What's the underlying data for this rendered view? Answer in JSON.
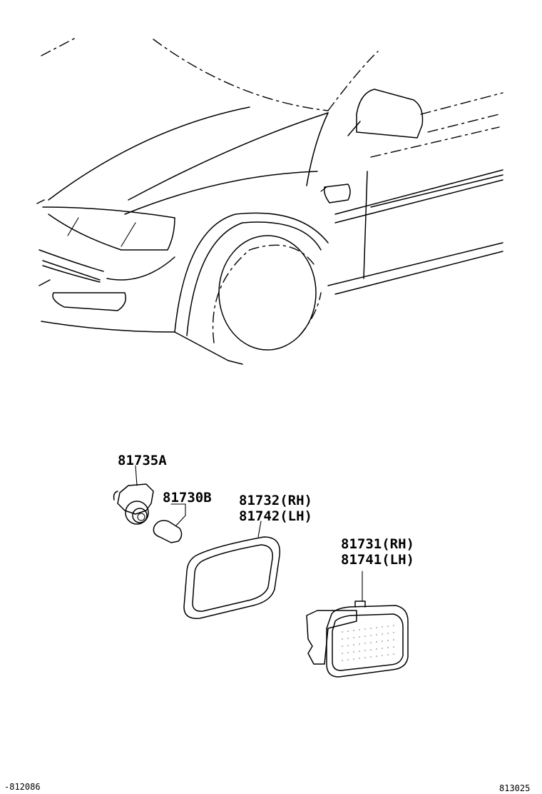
{
  "labels": {
    "socket": "81735A",
    "bulb": "81730B",
    "gasket_rh": "81732(RH)",
    "gasket_lh": "81742(LH)",
    "lamp_rh": "81731(RH)",
    "lamp_lh": "81741(LH)"
  },
  "corner": {
    "left": "-812086",
    "right": "813025"
  },
  "icons": [
    "car-front-left-illustration",
    "socket-icon",
    "bulb-icon",
    "gasket-icon",
    "side-marker-lamp-icon"
  ]
}
